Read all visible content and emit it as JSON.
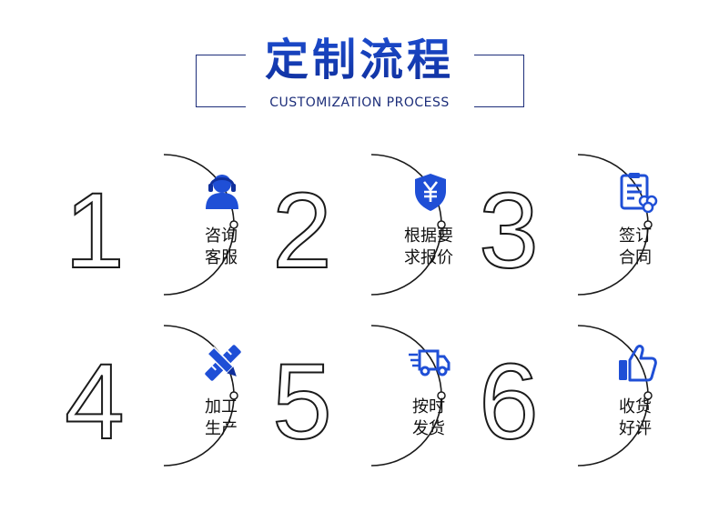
{
  "header": {
    "title": "定制流程",
    "subtitle": "CUSTOMIZATION PROCESS"
  },
  "colors": {
    "accent": "#1f4fd6",
    "dark": "#1d2e7a",
    "stroke": "#1a1a1a"
  },
  "steps": [
    {
      "number": "1",
      "line1": "咨询",
      "line2": "客服",
      "icon": "customer-service-icon"
    },
    {
      "number": "2",
      "line1": "根据要",
      "line2": "求报价",
      "icon": "yuan-shield-icon"
    },
    {
      "number": "3",
      "line1": "签订",
      "line2": "合同",
      "icon": "contract-icon"
    },
    {
      "number": "4",
      "line1": "加工",
      "line2": "生产",
      "icon": "pencil-ruler-icon"
    },
    {
      "number": "5",
      "line1": "按时",
      "line2": "发货",
      "icon": "delivery-truck-icon"
    },
    {
      "number": "6",
      "line1": "收货",
      "line2": "好评",
      "icon": "thumbs-up-icon"
    }
  ]
}
